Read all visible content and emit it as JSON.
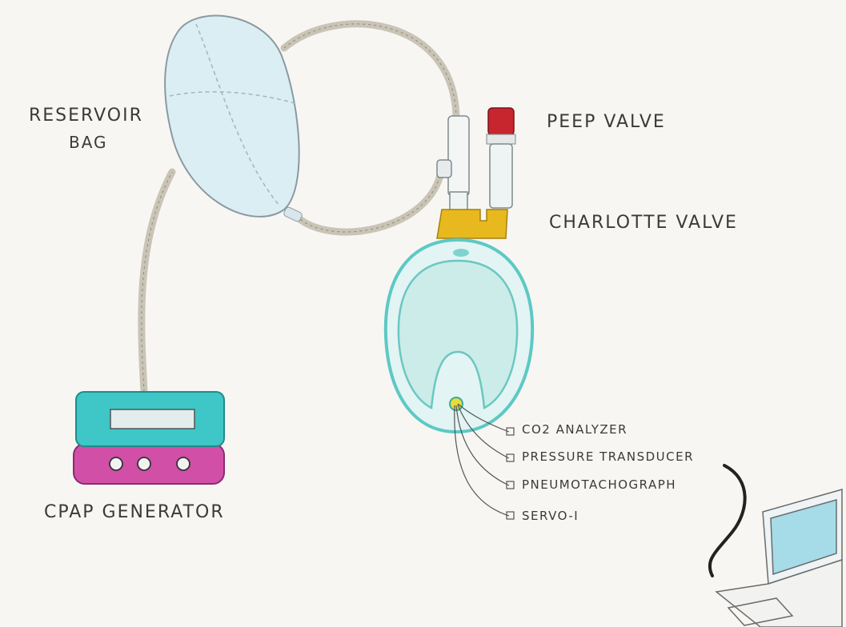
{
  "labels": {
    "reservoir_line1": "RESERVOIR",
    "reservoir_line2": "BAG",
    "peep_valve": "PEEP VALVE",
    "charlotte_valve": "CHARLOTTE VALVE",
    "cpap_generator": "CPAP GENERATOR",
    "co2_analyzer": "CO2 ANALYZER",
    "pressure_transducer": "PRESSURE TRANSDUCER",
    "pneumotachograph": "PNEUMOTACHOGRAPH",
    "servo": "SERVO-I"
  },
  "colors": {
    "bag": "#dbeef3",
    "mask_outline": "#5cc9c4",
    "mask_fill": "#e2f4f3",
    "charlotte_valve": "#e8b91e",
    "peep_cap": "#c8262e",
    "cpap_top": "#3fc6c6",
    "cpap_base": "#d24fa7",
    "tube": "#c9c4b6",
    "laptop_screen": "#a6dbe8"
  }
}
